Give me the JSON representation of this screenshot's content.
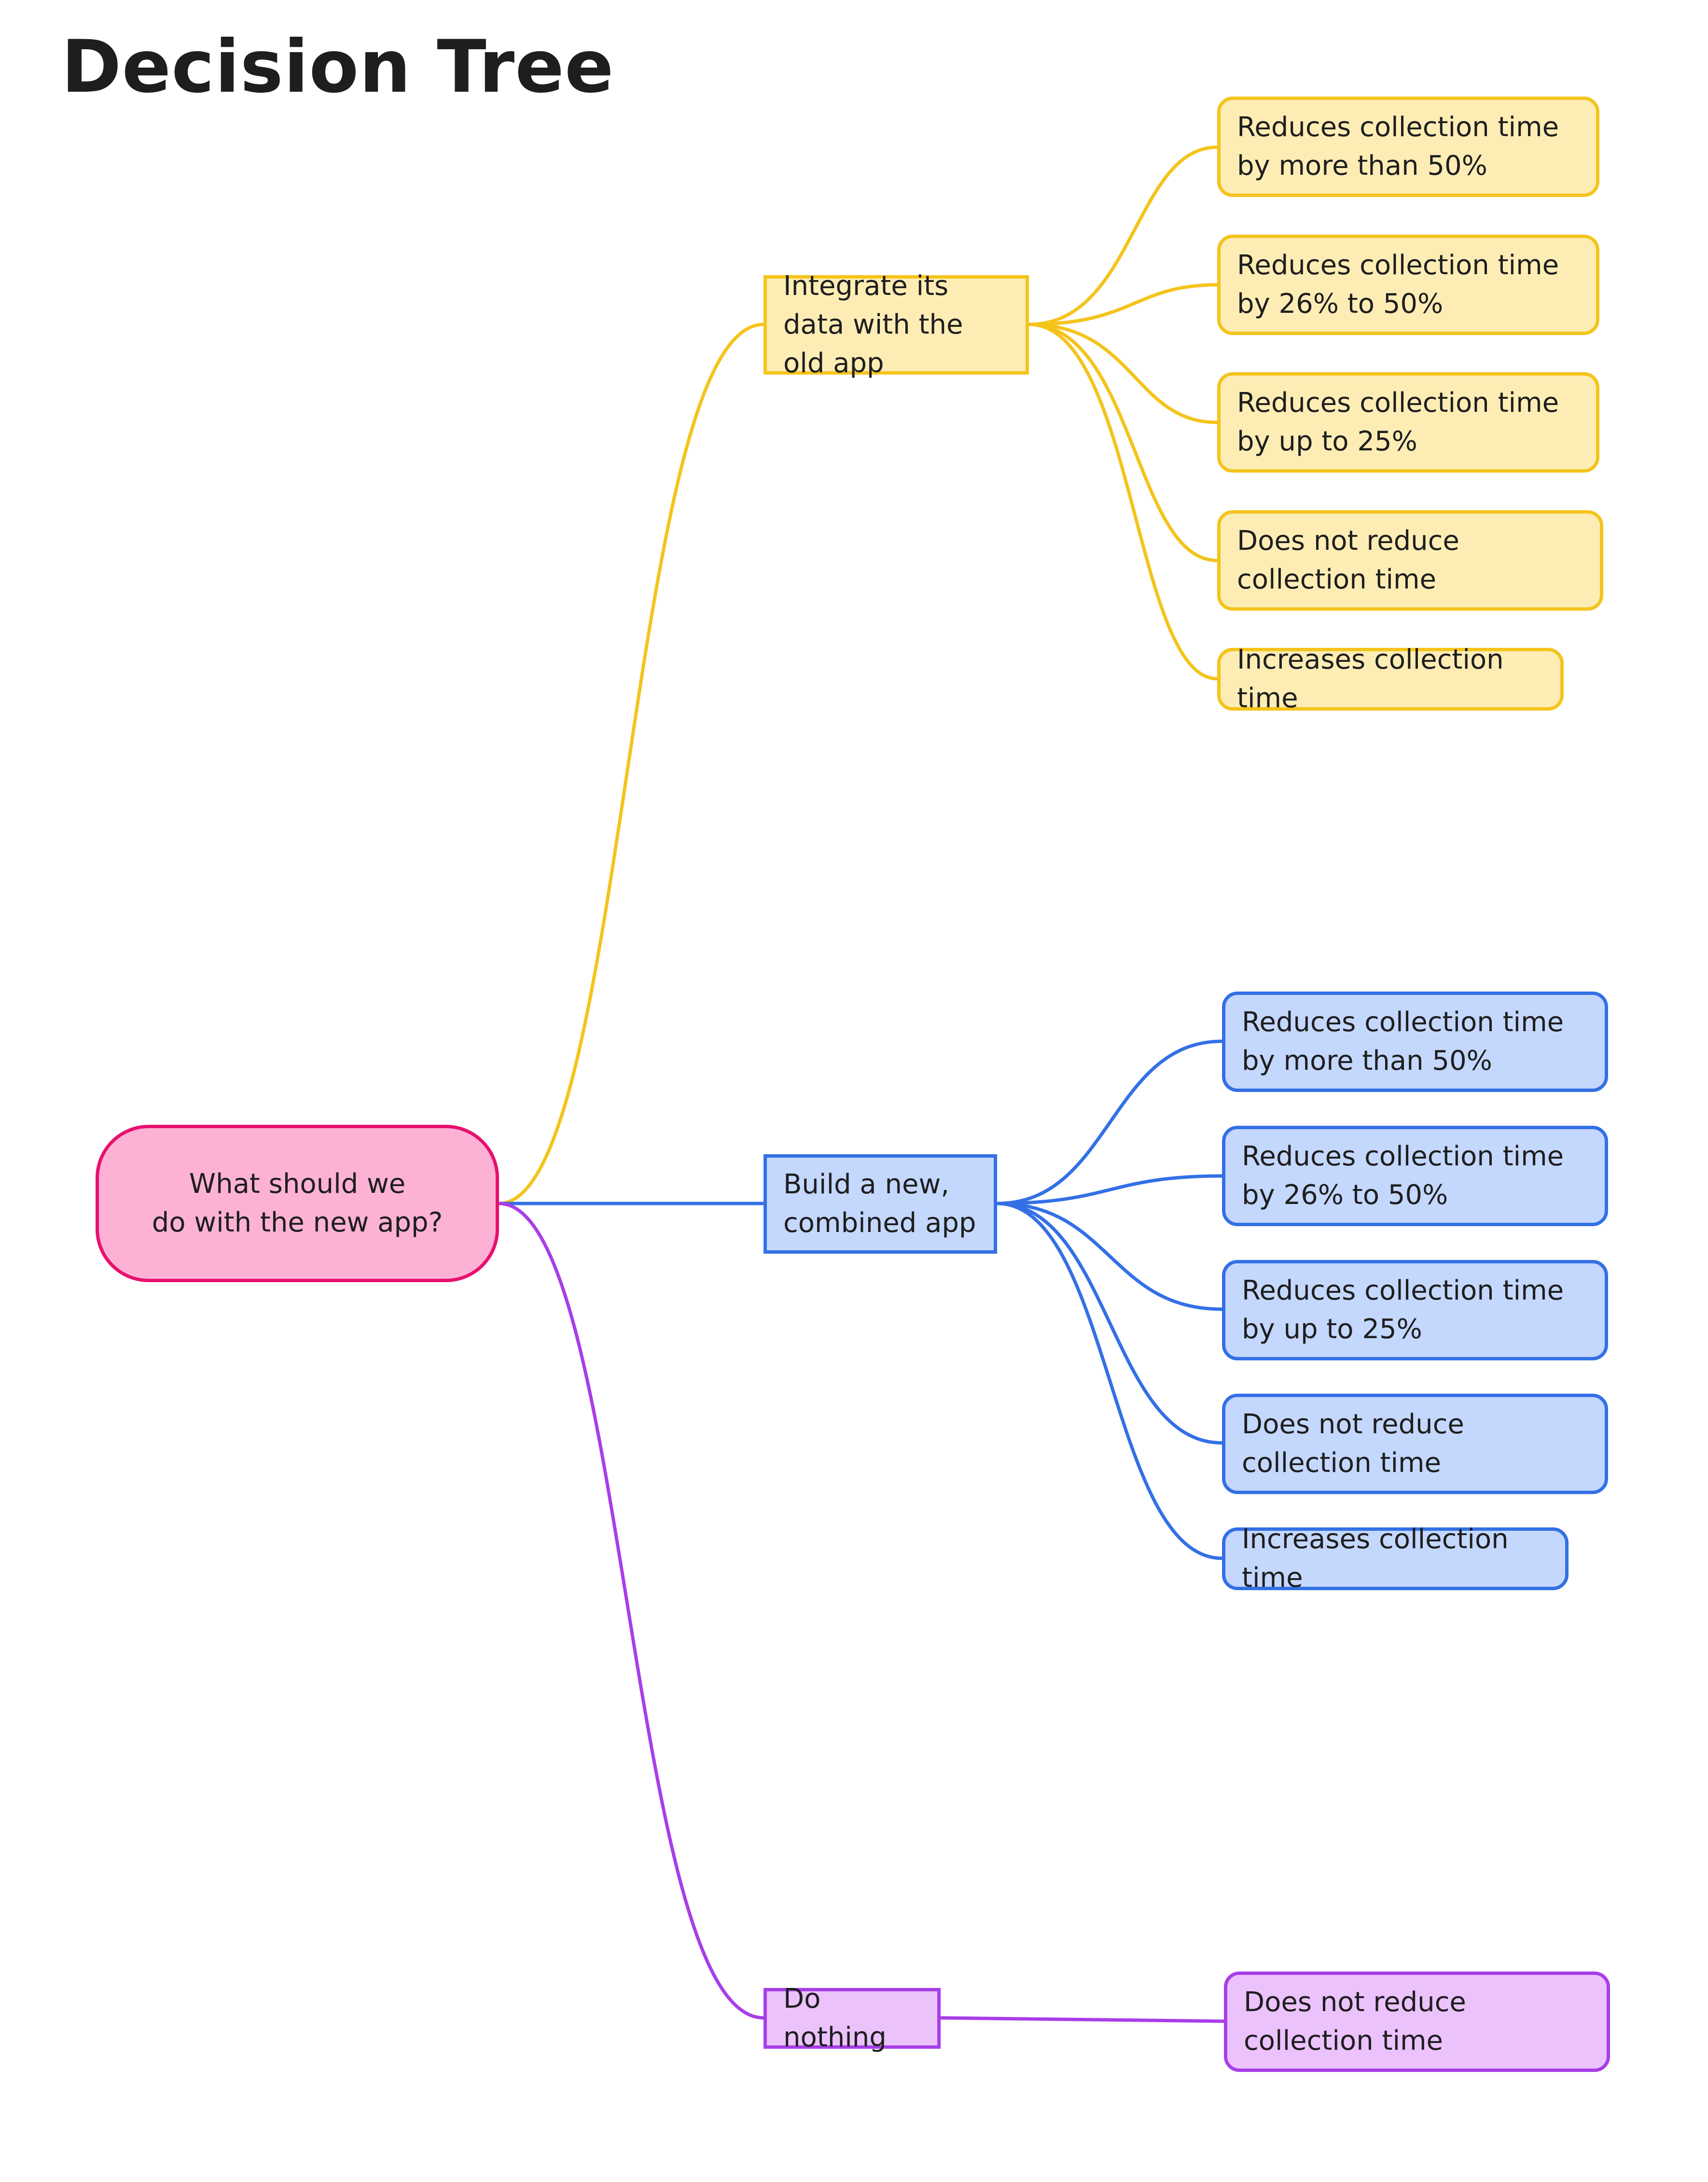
{
  "title": "Decision Tree",
  "colors": {
    "root_fill": "#fdb2d5",
    "root_stroke": "#e8106e",
    "yellow_fill": "#fdedb5",
    "yellow_stroke": "#f4c41c",
    "blue_fill": "#c4d7fd",
    "blue_stroke": "#3370e6",
    "purple_fill": "#ecc2fc",
    "purple_stroke": "#a83ee8"
  },
  "root": {
    "line1": "What should we",
    "line2": "do with the new app?"
  },
  "branches": [
    {
      "label": "Integrate its data with the old app",
      "color": "yellow",
      "outcomes": [
        "Reduces collection time by more than 50%",
        "Reduces collection time by 26% to 50%",
        "Reduces collection time by up to 25%",
        "Does not reduce collection time",
        "Increases collection time"
      ]
    },
    {
      "label": "Build a new, combined app",
      "color": "blue",
      "outcomes": [
        "Reduces collection time by more than 50%",
        "Reduces collection time by 26% to 50%",
        "Reduces collection time by up to 25%",
        "Does not reduce collection time",
        "Increases collection time"
      ]
    },
    {
      "label": "Do nothing",
      "color": "purple",
      "outcomes": [
        "Does not reduce collection time"
      ]
    }
  ]
}
